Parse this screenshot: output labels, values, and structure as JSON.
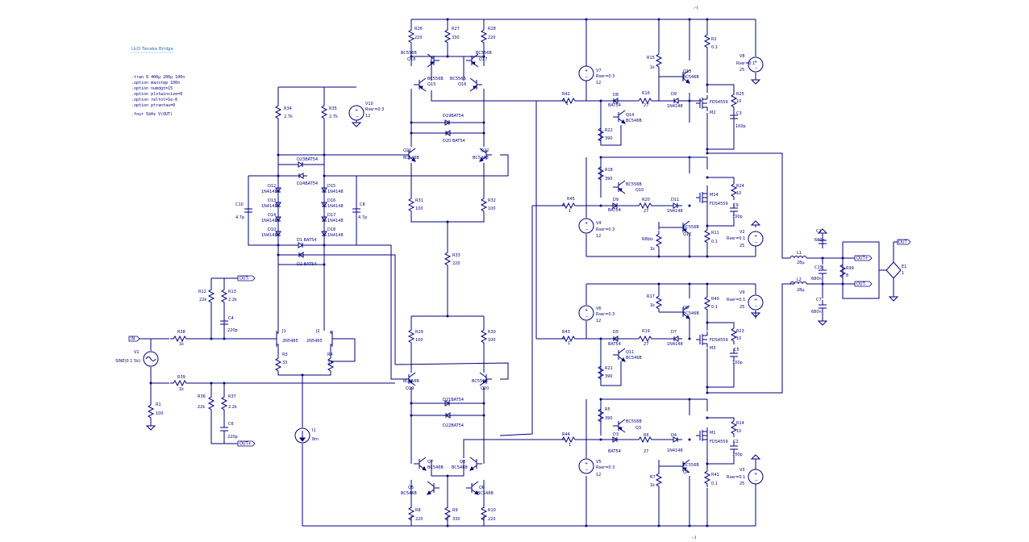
{
  "title": "UcD Tanaka Bridge",
  "directives": [
    ".tran 0 400µ 200µ 100n",
    ".option maxstep 100n",
    ".option numdgt=15",
    ".option plotwinsize=0",
    ".option reltol=1e-6",
    ".option ptrantau=0",
    ".four 5kHz V(OUT)"
  ],
  "ports": {
    "in": "IN",
    "out_a": "OUT-",
    "out_b": "OUT+",
    "out_c": "OUT+",
    "out_d": "OUT-",
    "out": "OUT",
    "top": ":-)",
    "bot": ":-)"
  },
  "components": {
    "R26": {
      "name": "R26",
      "value": "220"
    },
    "R27": {
      "name": "R27",
      "value": "330"
    },
    "R28": {
      "name": "R28",
      "value": "220"
    },
    "Q18": {
      "name": "Q18",
      "value": "BC556B"
    },
    "Q17": {
      "name": "Q17",
      "value": "BC556B"
    },
    "Q15": {
      "name": "Q15",
      "value": "BC556B"
    },
    "Q16": {
      "name": "Q16",
      "value": "BC556B"
    },
    "V10": {
      "name": "V10",
      "value": "12",
      "rser": "Rser=0.3"
    },
    "R34": {
      "name": "R34",
      "value": "2.7k"
    },
    "R35": {
      "name": "R35",
      "value": "2.7k"
    },
    "D19": {
      "name": "D19",
      "value": "BAT54"
    },
    "D20": {
      "name": "D20",
      "value": "BAT54"
    },
    "Q21": {
      "name": "Q21",
      "value": "BC546B"
    },
    "Q22": {
      "name": "Q22",
      "value": "BC546B"
    },
    "D23": {
      "name": "D23",
      "value": "BAT54"
    },
    "D24": {
      "name": "D24",
      "value": "BAT54"
    },
    "D12": {
      "name": "D12",
      "value": "1N4148"
    },
    "D13": {
      "name": "D13",
      "value": "1N4148"
    },
    "D15": {
      "name": "D15",
      "value": "1N4148"
    },
    "D16": {
      "name": "D16",
      "value": "1N4148"
    },
    "D17": {
      "name": "D17",
      "value": "1N4148"
    },
    "D18": {
      "name": "D18",
      "value": "1N4148"
    },
    "D14": {
      "name": "D14",
      "value": "1N4148"
    },
    "D10": {
      "name": "D10",
      "value": "1N4148"
    },
    "D1": {
      "name": "D1",
      "value": "BAT54"
    },
    "D2": {
      "name": "D2",
      "value": "BAT54"
    },
    "C10": {
      "name": "C10",
      "value": "4.7p"
    },
    "C8": {
      "name": "C8",
      "value": "4.7p"
    },
    "R31": {
      "name": "R31",
      "value": "100"
    },
    "R32": {
      "name": "R32",
      "value": "100"
    },
    "R33": {
      "name": "R33",
      "value": "220"
    },
    "R12": {
      "name": "R12",
      "value": "22k"
    },
    "R13": {
      "name": "R13",
      "value": "2.2k"
    },
    "C4": {
      "name": "C4",
      "value": "220p"
    },
    "R38": {
      "name": "R38",
      "value": "1k"
    },
    "J1": {
      "name": "J1",
      "value": "2N5485"
    },
    "J2": {
      "name": "J2",
      "value": "2N5485"
    },
    "R3": {
      "name": "R3",
      "value": "33"
    },
    "R4": {
      "name": "R4",
      "value": "33"
    },
    "V1": {
      "name": "V1",
      "value": "SINE(0 1 5k)"
    },
    "R39": {
      "name": "R39",
      "value": "1k"
    },
    "R1": {
      "name": "R1",
      "value": "100"
    },
    "R36": {
      "name": "R36",
      "value": "22k"
    },
    "R37": {
      "name": "R37",
      "value": "2.2k"
    },
    "C6": {
      "name": "C6",
      "value": "220p"
    },
    "I1": {
      "name": "I1",
      "value": "8m"
    },
    "R29": {
      "name": "R29",
      "value": "100"
    },
    "R30": {
      "name": "R30",
      "value": "100"
    },
    "Q19": {
      "name": "Q19",
      "value": "BC556B"
    },
    "Q20": {
      "name": "Q20",
      "value": "BC556B"
    },
    "D21": {
      "name": "D21",
      "value": "BAT54"
    },
    "D22": {
      "name": "D22",
      "value": "BAT54"
    },
    "Q7": {
      "name": "Q7",
      "value": "BC546B"
    },
    "Q8": {
      "name": "Q8",
      "value": "BC546B"
    },
    "Q5": {
      "name": "Q5",
      "value": "BC546B"
    },
    "Q6": {
      "name": "Q6",
      "value": "BC546B"
    },
    "R8": {
      "name": "R8",
      "value": "220"
    },
    "R9": {
      "name": "R9",
      "value": "330"
    },
    "R10": {
      "name": "R10",
      "value": "220"
    },
    "V7": {
      "name": "V7",
      "value": "12",
      "rser": "Rser=0.3"
    },
    "R42": {
      "name": "R42",
      "value": "1"
    },
    "D8": {
      "name": "D8",
      "value": "BAT54"
    },
    "R16": {
      "name": "R16",
      "value": "27"
    },
    "D9": {
      "name": "D9",
      "value": "1N4148"
    },
    "R15": {
      "name": "R15",
      "value": "1k"
    },
    "Q13": {
      "name": "Q13",
      "value": "BC546B"
    },
    "Q14": {
      "name": "Q14",
      "value": "BC546B"
    },
    "R22": {
      "name": "R22",
      "value": "390"
    },
    "R2": {
      "name": "R2",
      "value": "0.1"
    },
    "V8": {
      "name": "V8",
      "value": "25",
      "rser": "Rser=0.1"
    },
    "R25": {
      "name": "R25",
      "value": "10"
    },
    "M2": {
      "name": "M2",
      "value": "FDS4559"
    },
    "C3": {
      "name": "C3",
      "value": "100p"
    },
    "R18": {
      "name": "R18",
      "value": "390"
    },
    "Q10": {
      "name": "Q10",
      "value": "BC556B"
    },
    "R45": {
      "name": "R45",
      "value": "1"
    },
    "D0": {
      "name": "D9",
      "value": "BAT54"
    },
    "R20": {
      "name": "R20",
      "value": "27"
    },
    "D11": {
      "name": "D11",
      "value": "1N4148"
    },
    "V4": {
      "name": "V4",
      "value": "12",
      "rser": "Rser=0.3"
    },
    "Q12": {
      "name": "Q12",
      "value": "BC556B"
    },
    "R8bis": {
      "name": "R8bis",
      "value": "1k"
    },
    "M14": {
      "name": "M14",
      "value": "FDS4559"
    },
    "R24": {
      "name": "R24",
      "value": "10"
    },
    "C9": {
      "name": "C9",
      "value": "100p"
    },
    "R11": {
      "name": "R11",
      "value": "0.1"
    },
    "V2": {
      "name": "V2",
      "value": "25",
      "rser": "Rser=0.1"
    },
    "L1": {
      "name": "L1",
      "value": "28µ"
    },
    "L2": {
      "name": "L2",
      "value": "28µ"
    },
    "C1": {
      "name": "C1",
      "value": "680n"
    },
    "C15": {
      "name": "C15",
      "value": "680n"
    },
    "C7": {
      "name": "C7",
      "value": "680n"
    },
    "R99": {
      "name": "R99",
      "value": "8"
    },
    "E1": {
      "name": "E1",
      "value": "1"
    },
    "V6": {
      "name": "V6",
      "value": "12",
      "rser": "Rser=0.3"
    },
    "R43": {
      "name": "R43",
      "value": "1"
    },
    "D5": {
      "name": "D5",
      "value": "BAT54"
    },
    "R19": {
      "name": "R19",
      "value": "27"
    },
    "D7": {
      "name": "D7",
      "value": "1N4148"
    },
    "R17": {
      "name": "R17",
      "value": "1k"
    },
    "Q9": {
      "name": "Q9",
      "value": "BC546B"
    },
    "Q11": {
      "name": "Q11",
      "value": "BC546B"
    },
    "R21": {
      "name": "R21",
      "value": "390"
    },
    "R40": {
      "name": "R40",
      "value": "0.1"
    },
    "V9": {
      "name": "V9",
      "value": "25",
      "rser": "Rser=0.1"
    },
    "R23": {
      "name": "R23",
      "value": "10"
    },
    "M3": {
      "name": "M3",
      "value": "FDS4559"
    },
    "C5": {
      "name": "C5",
      "value": "100p"
    },
    "R5": {
      "name": "R5",
      "value": "390"
    },
    "Q3": {
      "name": "Q3",
      "value": "BC556B"
    },
    "R44": {
      "name": "R44",
      "value": "1"
    },
    "D3": {
      "name": "D3",
      "value": "BAT54"
    },
    "R6": {
      "name": "R6",
      "value": "27"
    },
    "D4": {
      "name": "D4",
      "value": "1N4148"
    },
    "V5": {
      "name": "V5",
      "value": "12",
      "rser": "Rser=0.3"
    },
    "Q4": {
      "name": "Q4",
      "value": "BC556B"
    },
    "R7": {
      "name": "R7",
      "value": "1k"
    },
    "M1": {
      "name": "M1",
      "value": "FDS4559"
    },
    "R14": {
      "name": "R14",
      "value": "10"
    },
    "C2": {
      "name": "C2",
      "value": "100p"
    },
    "R41": {
      "name": "R41",
      "value": "0.1"
    },
    "V3": {
      "name": "V3",
      "value": "25",
      "rser": "Rser=0.1"
    }
  }
}
